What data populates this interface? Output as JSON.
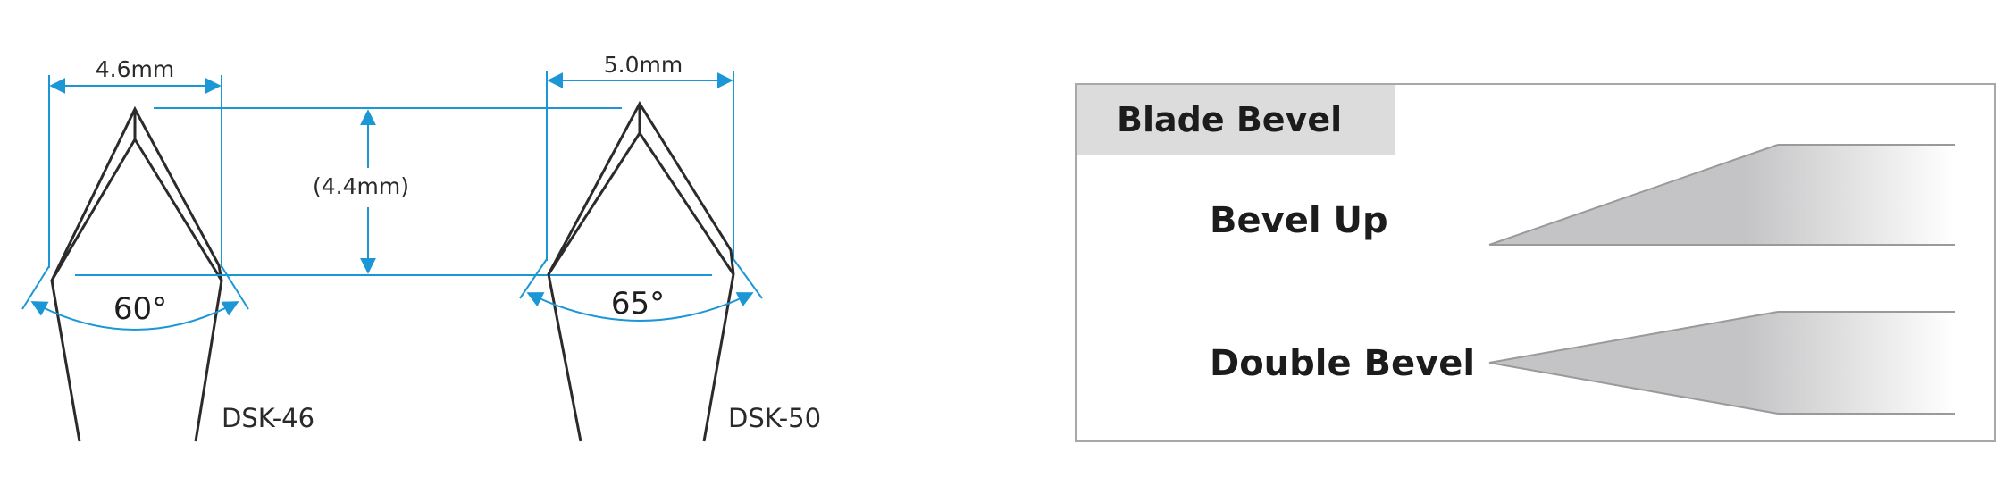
{
  "colors": {
    "dimension": "#1c97d6",
    "outline": "#2b2b2b",
    "panel_border": "#a8a8a8",
    "panel_header": "#dcdcdc",
    "blade_fill": "#c4c4c6"
  },
  "left_tip": {
    "width_label": "4.6mm",
    "angle_label": "60°",
    "model": "DSK-46"
  },
  "right_tip": {
    "width_label": "5.0mm",
    "angle_label": "65°",
    "model": "DSK-50"
  },
  "height_label": "(4.4mm)",
  "bevel_panel": {
    "title": "Blade Bevel",
    "bevel_up_label": "Bevel Up",
    "double_bevel_label": "Double Bevel"
  }
}
